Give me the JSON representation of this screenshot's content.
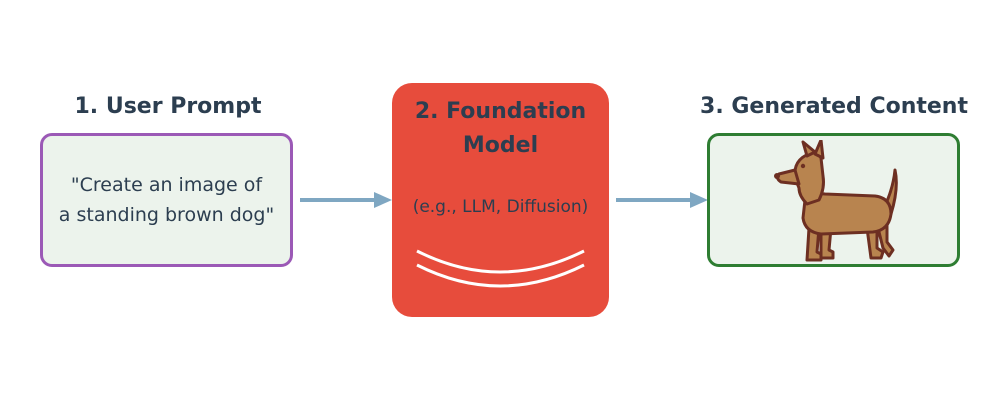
{
  "steps": {
    "prompt": {
      "heading": "1. User Prompt",
      "lines": [
        "\"Create an image of",
        "a standing brown dog\""
      ]
    },
    "model": {
      "title_lines": [
        "2. Foundation",
        "Model"
      ],
      "subtitle": "(e.g., LLM, Diffusion)"
    },
    "output": {
      "heading": "3. Generated Content",
      "image_icon": "dog-icon"
    }
  },
  "colors": {
    "prompt_border": "#9b59b6",
    "model_fill": "#e74c3c",
    "output_border": "#2e7d32",
    "box_fill": "#ecf3ec",
    "arrow": "#7fa7c2",
    "text": "#2c3e50"
  }
}
